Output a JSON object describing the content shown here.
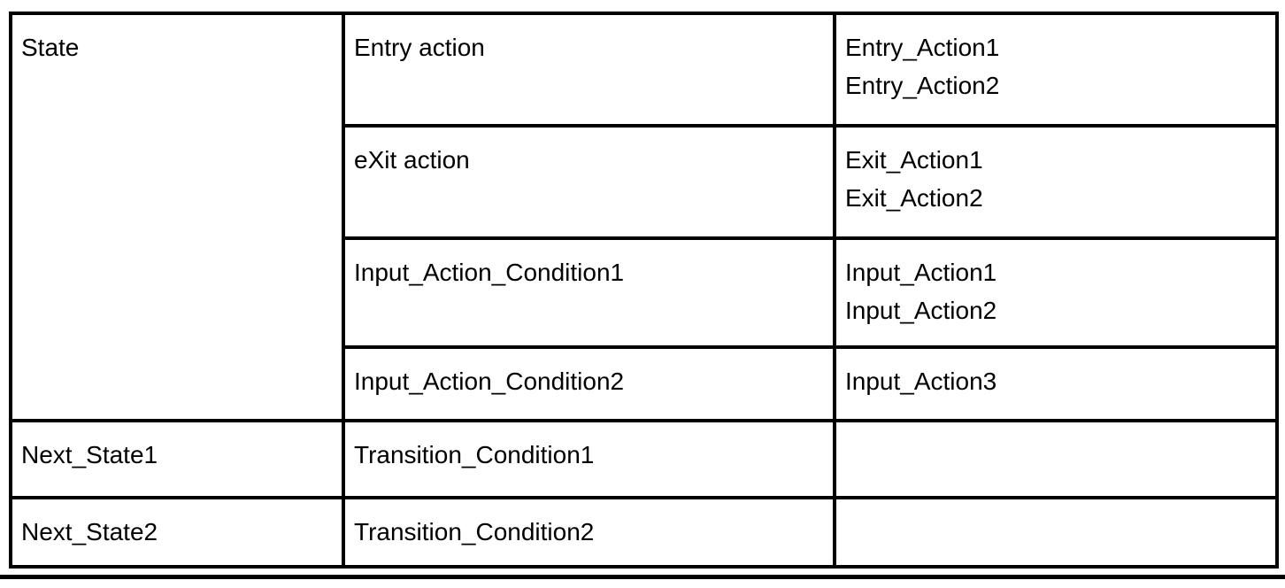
{
  "colors": {
    "shaded_cell": "#EAE9D9",
    "border": "#000000",
    "page_background": "#FFFFFF",
    "text": "#000000"
  },
  "state_table": {
    "state": "State",
    "internal_rows": [
      {
        "label": "Entry action",
        "label_shaded": true,
        "actions": [
          "Entry_Action1",
          "Entry_Action2"
        ]
      },
      {
        "label": "eXit action",
        "label_shaded": true,
        "actions": [
          "Exit_Action1",
          "Exit_Action2"
        ]
      },
      {
        "label": "Input_Action_Condition1",
        "label_shaded": false,
        "actions": [
          "Input_Action1",
          "Input_Action2"
        ]
      },
      {
        "label": "Input_Action_Condition2",
        "label_shaded": false,
        "actions": [
          "Input_Action3"
        ]
      }
    ],
    "transition_rows": [
      {
        "next_state": "Next_State1",
        "condition": "Transition_Condition1",
        "actions_cell_shaded": true,
        "actions": []
      },
      {
        "next_state": "Next_State2",
        "condition": "Transition_Condition2",
        "actions_cell_shaded": true,
        "actions": []
      }
    ]
  }
}
